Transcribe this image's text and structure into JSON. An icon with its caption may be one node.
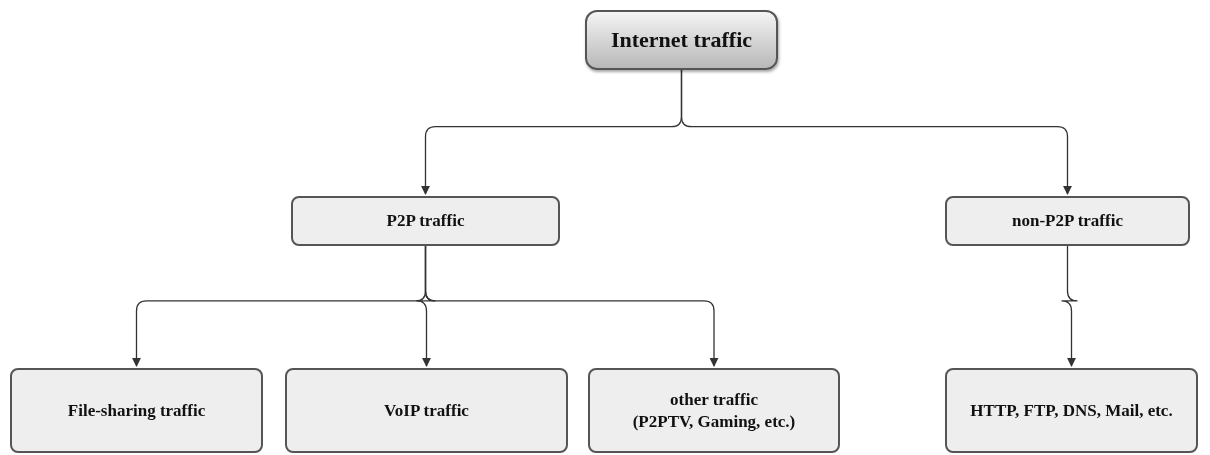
{
  "diagram": {
    "nodes": [
      {
        "text": [
          "Internet traffic"
        ]
      },
      {
        "text": [
          "P2P traffic"
        ]
      },
      {
        "text": [
          "non-P2P traffic"
        ]
      },
      {
        "text": [
          "File-sharing traffic"
        ]
      },
      {
        "text": [
          "VoIP traffic"
        ]
      },
      {
        "text": [
          "other traffic",
          "(P2PTV, Gaming, etc.)"
        ]
      },
      {
        "text": [
          "HTTP, FTP, DNS, Mail, etc."
        ]
      }
    ],
    "edges": [
      {
        "from": 0,
        "to": 1,
        "arrow": "to"
      },
      {
        "from": 0,
        "to": 2,
        "arrow": "to"
      },
      {
        "from": 1,
        "to": 3,
        "arrow": "to"
      },
      {
        "from": 1,
        "to": 4,
        "arrow": "to"
      },
      {
        "from": 1,
        "to": 5,
        "arrow": "to"
      },
      {
        "from": 2,
        "to": 6,
        "arrow": "to"
      }
    ]
  }
}
